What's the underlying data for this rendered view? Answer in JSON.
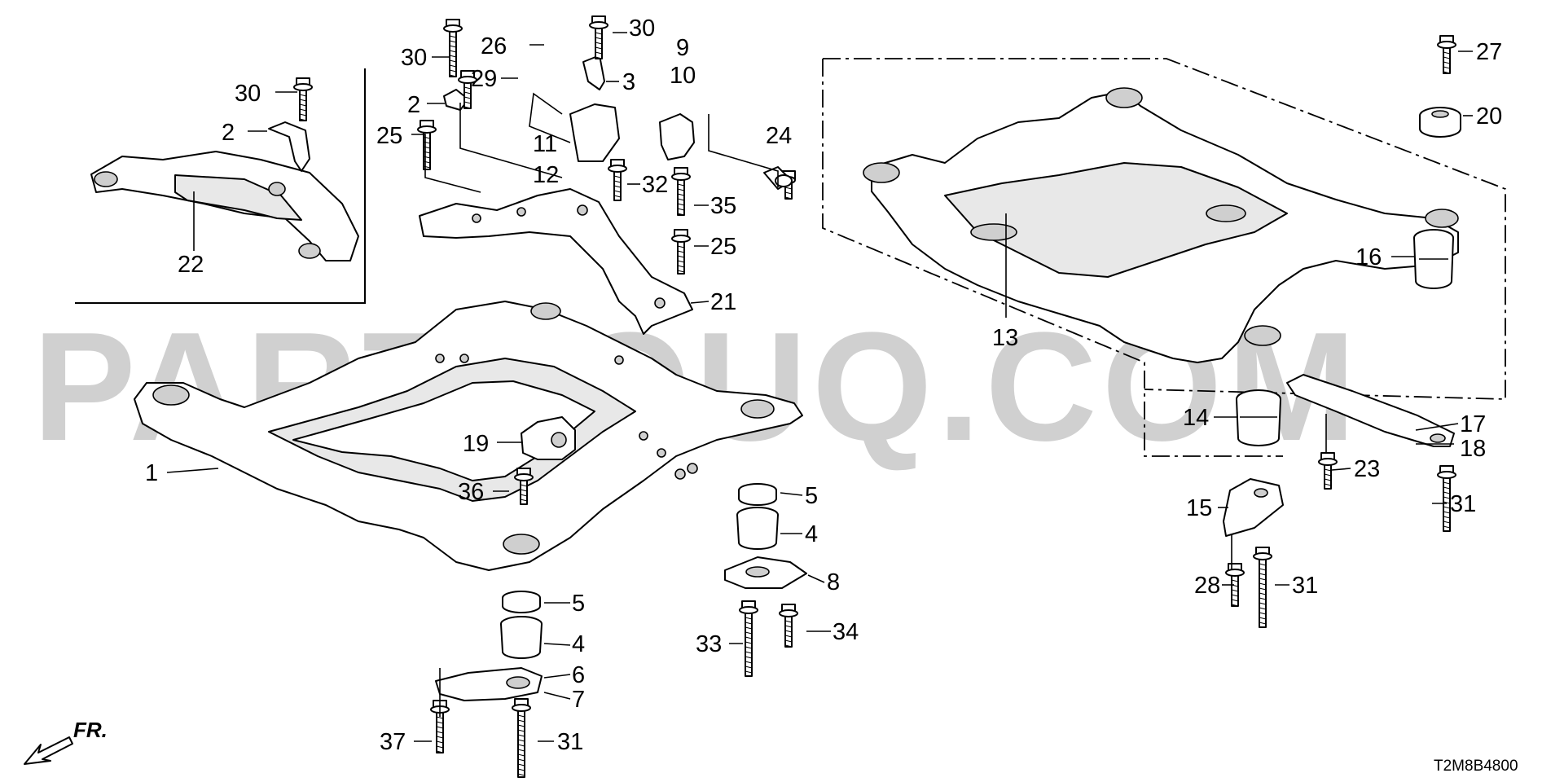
{
  "diagram": {
    "watermark": "PARTSOUQ.COM",
    "diagram_code": "T2M8B4800",
    "direction_label": "FR.",
    "callouts": [
      {
        "id": "c30a",
        "label": "30"
      },
      {
        "id": "c2a",
        "label": "2"
      },
      {
        "id": "c22",
        "label": "22"
      },
      {
        "id": "c30b",
        "label": "30"
      },
      {
        "id": "c2b",
        "label": "2"
      },
      {
        "id": "c25a",
        "label": "25"
      },
      {
        "id": "c26",
        "label": "26"
      },
      {
        "id": "c29",
        "label": "29"
      },
      {
        "id": "c30c",
        "label": "30"
      },
      {
        "id": "c3",
        "label": "3"
      },
      {
        "id": "c9",
        "label": "9"
      },
      {
        "id": "c10",
        "label": "10"
      },
      {
        "id": "c11",
        "label": "11"
      },
      {
        "id": "c12",
        "label": "12"
      },
      {
        "id": "c24",
        "label": "24"
      },
      {
        "id": "c32",
        "label": "32"
      },
      {
        "id": "c35",
        "label": "35"
      },
      {
        "id": "c25b",
        "label": "25"
      },
      {
        "id": "c21",
        "label": "21"
      },
      {
        "id": "c1",
        "label": "1"
      },
      {
        "id": "c19",
        "label": "19"
      },
      {
        "id": "c36",
        "label": "36"
      },
      {
        "id": "c5a",
        "label": "5"
      },
      {
        "id": "c4a",
        "label": "4"
      },
      {
        "id": "c8",
        "label": "8"
      },
      {
        "id": "c33",
        "label": "33"
      },
      {
        "id": "c34",
        "label": "34"
      },
      {
        "id": "c5b",
        "label": "5"
      },
      {
        "id": "c4b",
        "label": "4"
      },
      {
        "id": "c6",
        "label": "6"
      },
      {
        "id": "c7",
        "label": "7"
      },
      {
        "id": "c37",
        "label": "37"
      },
      {
        "id": "c31a",
        "label": "31"
      },
      {
        "id": "c13",
        "label": "13"
      },
      {
        "id": "c27",
        "label": "27"
      },
      {
        "id": "c20",
        "label": "20"
      },
      {
        "id": "c16",
        "label": "16"
      },
      {
        "id": "c14",
        "label": "14"
      },
      {
        "id": "c17",
        "label": "17"
      },
      {
        "id": "c18",
        "label": "18"
      },
      {
        "id": "c23",
        "label": "23"
      },
      {
        "id": "c15",
        "label": "15"
      },
      {
        "id": "c31b",
        "label": "31"
      },
      {
        "id": "c28",
        "label": "28"
      },
      {
        "id": "c31c",
        "label": "31"
      }
    ]
  }
}
